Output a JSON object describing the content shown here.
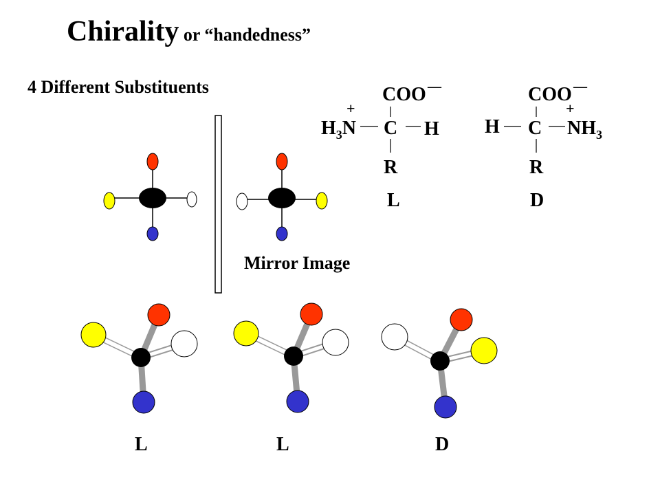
{
  "title": {
    "main": "Chirality",
    "sub": " or “handedness”"
  },
  "subtitle": "4 Different Substituents",
  "mirror_label": "Mirror Image",
  "fischer": {
    "left": {
      "top": "COO",
      "top_charge": "—",
      "center": "C",
      "left_pre": "H",
      "left_sub": "3",
      "left_post": "N",
      "left_charge": "+",
      "right": "H",
      "bottom": "R",
      "config": "L"
    },
    "right": {
      "top": "COO",
      "top_charge": "—",
      "center": "C",
      "left": "H",
      "right_pre": "NH",
      "right_sub": "3",
      "right_charge": "+",
      "bottom": "R",
      "config": "D"
    }
  },
  "models_3d": [
    "L",
    "L",
    "D"
  ],
  "colors": {
    "red": "#ff3300",
    "yellow": "#ffff00",
    "white": "#ffffff",
    "blue": "#3333cc",
    "black": "#000000",
    "bond": "#999999"
  }
}
